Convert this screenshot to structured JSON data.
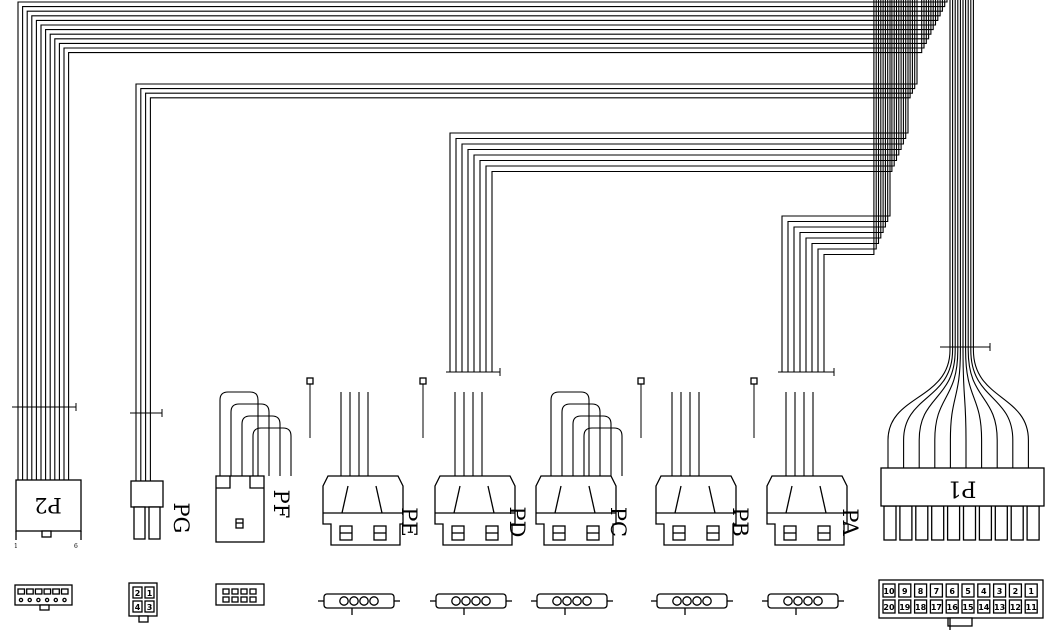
{
  "connectors": {
    "p1": {
      "label": "P1",
      "pins_top": [
        "10",
        "9",
        "8",
        "7",
        "6",
        "5",
        "4",
        "3",
        "2",
        "1"
      ],
      "pins_bottom": [
        "20",
        "19",
        "18",
        "17",
        "16",
        "15",
        "14",
        "13",
        "12",
        "11"
      ]
    },
    "p2": {
      "label": "P2"
    },
    "pg": {
      "label": "PG",
      "pins": [
        "2",
        "1",
        "4",
        "3"
      ]
    },
    "pf": {
      "label": "PF"
    },
    "pe": {
      "label": "PE"
    },
    "pd": {
      "label": "PD"
    },
    "pc": {
      "label": "PC"
    },
    "pb": {
      "label": "PB"
    },
    "pa": {
      "label": "PA"
    }
  }
}
